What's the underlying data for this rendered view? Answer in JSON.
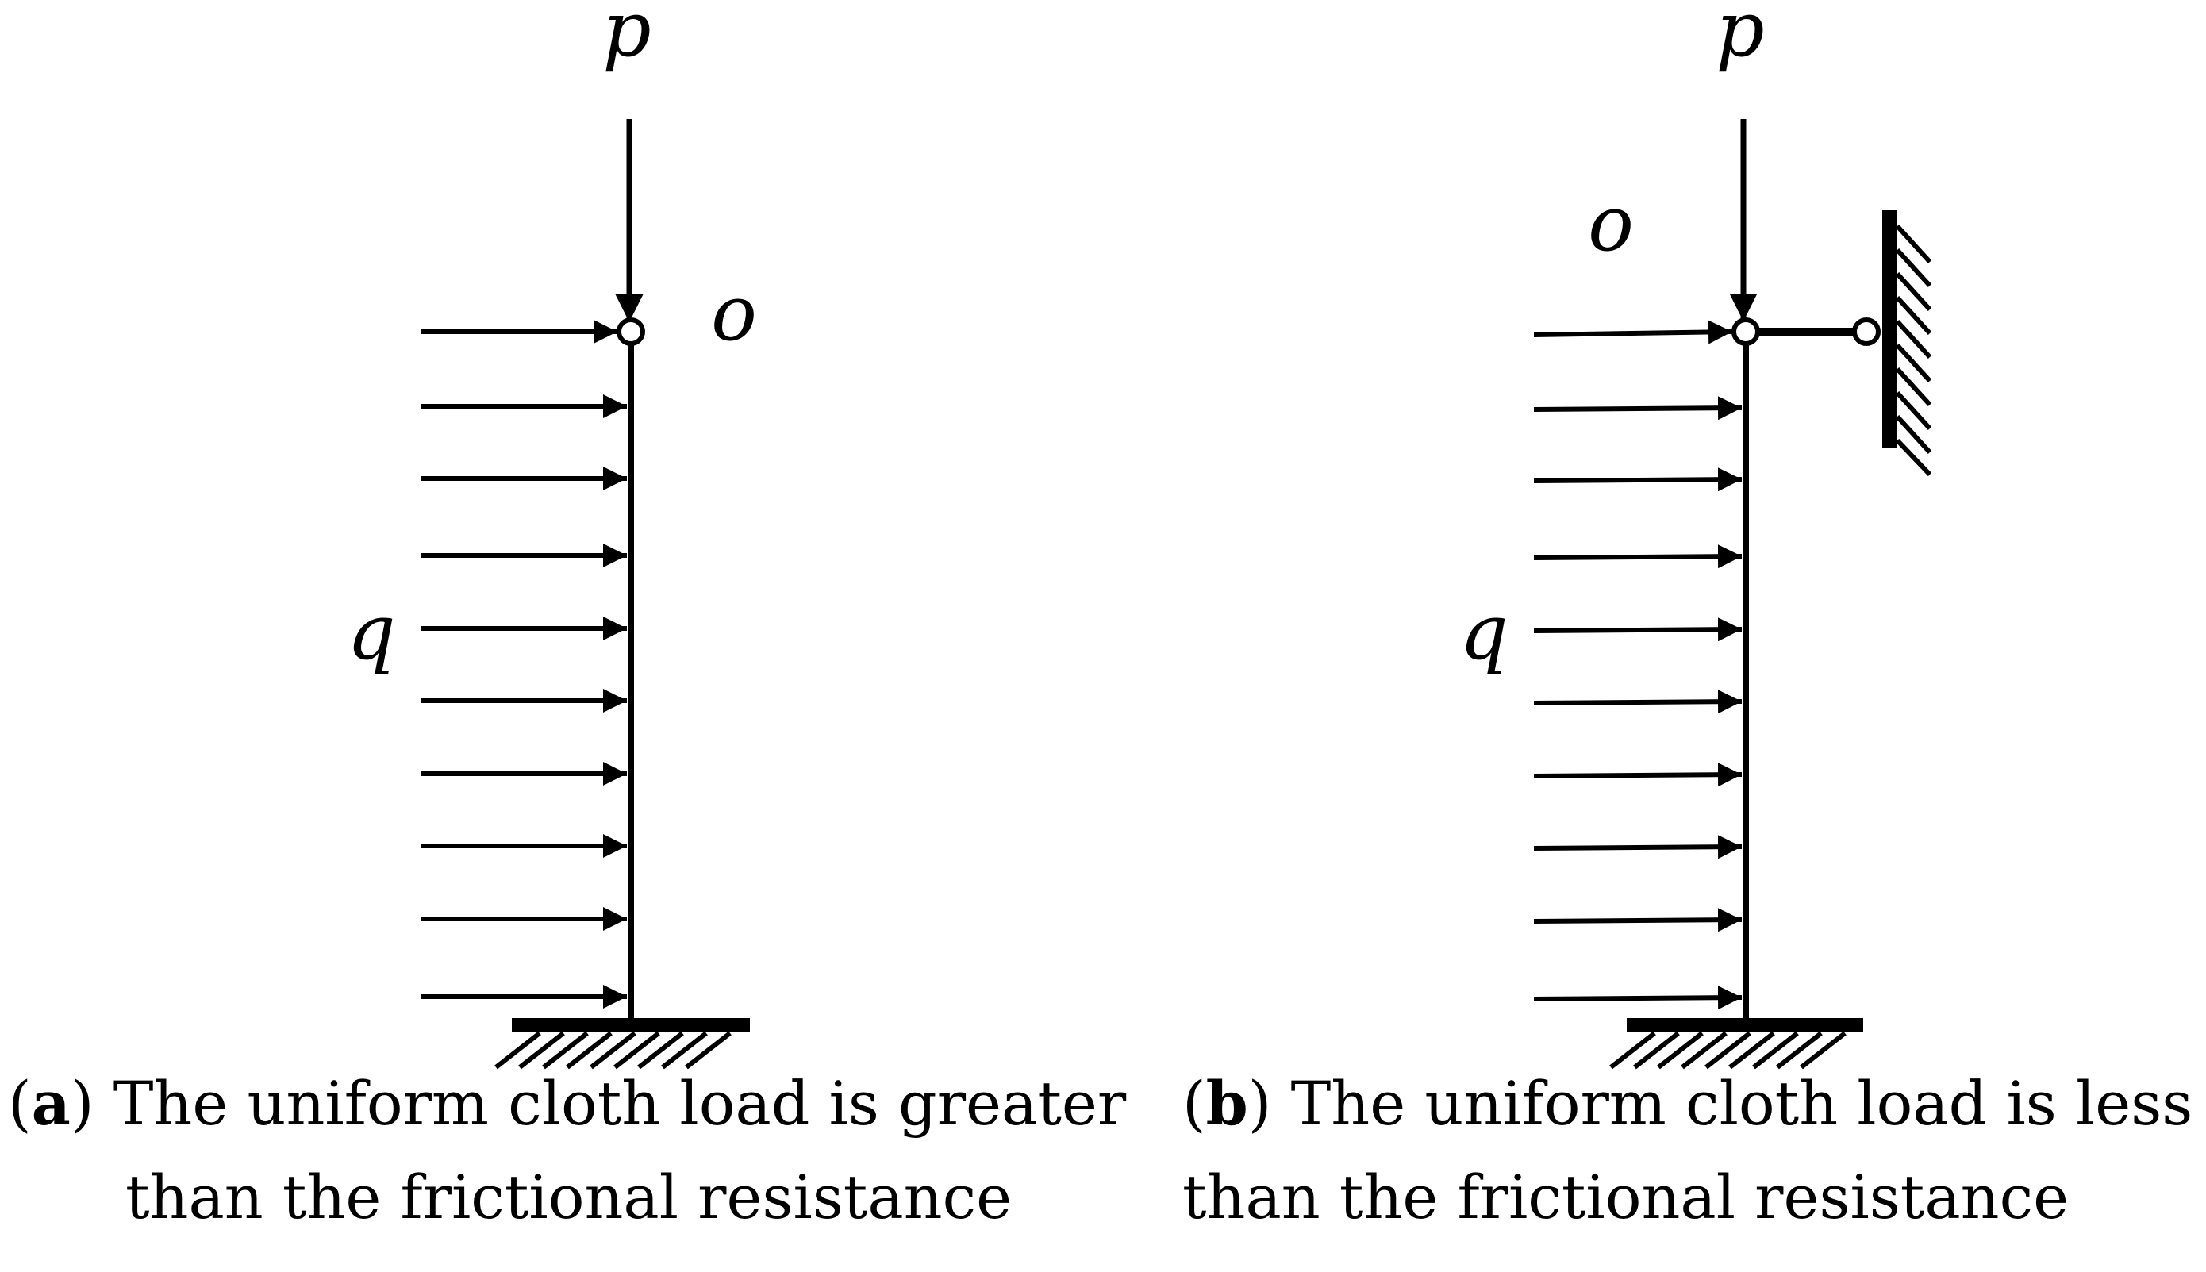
{
  "panels": [
    {
      "id": "a",
      "labels": {
        "load_top": "p",
        "joint": "o",
        "distributed_load": "q"
      },
      "caption": {
        "tag": "a",
        "line1": "The uniform cloth load is greater",
        "line2": "than the frictional resistance"
      }
    },
    {
      "id": "b",
      "labels": {
        "load_top": "p",
        "joint": "o",
        "distributed_load": "q"
      },
      "caption": {
        "tag": "b",
        "line1": "The uniform cloth load is less",
        "line2": "than the frictional resistance"
      }
    }
  ],
  "colors": {
    "stroke": "#000000",
    "background": "#ffffff"
  }
}
